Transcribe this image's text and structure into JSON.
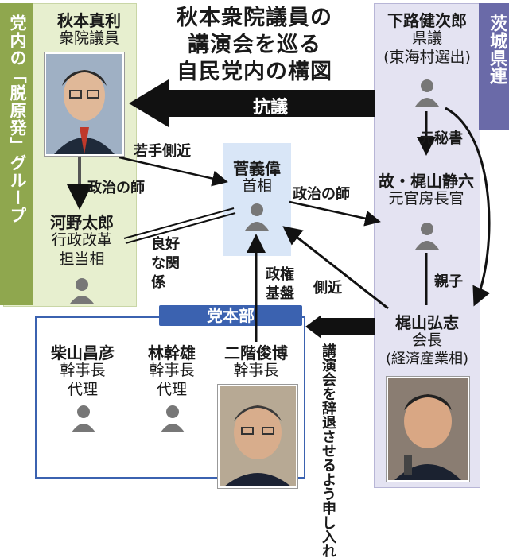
{
  "title": {
    "line1": "秋本衆院議員の",
    "line2": "講演会を巡る",
    "line3": "自民党内の構図"
  },
  "left_group_label": "党内の「脱原発」グループ",
  "right_group_label": "茨城県連",
  "hq_label": "党本部",
  "people": {
    "akimoto": {
      "name": "秋本真利",
      "role1": "衆院議員"
    },
    "kono": {
      "name": "河野太郎",
      "role1": "行政改革",
      "role2": "担当相"
    },
    "suga": {
      "name": "菅義偉",
      "role1": "首相"
    },
    "shimoji": {
      "name": "下路健次郎",
      "role1": "県議",
      "role2": "(東海村選出)"
    },
    "kajiyama_seiroku": {
      "name": "故・梶山静六",
      "role1": "元官房長官"
    },
    "kajiyama_hiroshi": {
      "name": "梶山弘志",
      "role1": "会長",
      "role2": "(経済産業相)"
    },
    "shibayama": {
      "name": "柴山昌彦",
      "role1": "幹事長",
      "role2": "代理"
    },
    "hayashi": {
      "name": "林幹雄",
      "role1": "幹事長",
      "role2": "代理"
    },
    "nikai": {
      "name": "二階俊博",
      "role1": "幹事長"
    }
  },
  "relations": {
    "protest": "抗議",
    "political_mentor_left": "政治の師",
    "young_aide": "若手側近",
    "political_mentor_mid": "政治の師",
    "good_relations": "良好な関係",
    "former_secretary": "元秘書",
    "parent_child": "親子",
    "close_aide": "側近",
    "power_base": "政権基盤",
    "pressure": "講演会を辞退させるよう申し入れ"
  },
  "colors": {
    "left_panel": "#e7efcf",
    "left_label": "#8fa74e",
    "right_panel": "#e4e3f2",
    "right_label": "#6a6aa8",
    "center_box": "#d9e6f7",
    "hq_accent": "#3b62b0",
    "arrow": "#111111"
  }
}
